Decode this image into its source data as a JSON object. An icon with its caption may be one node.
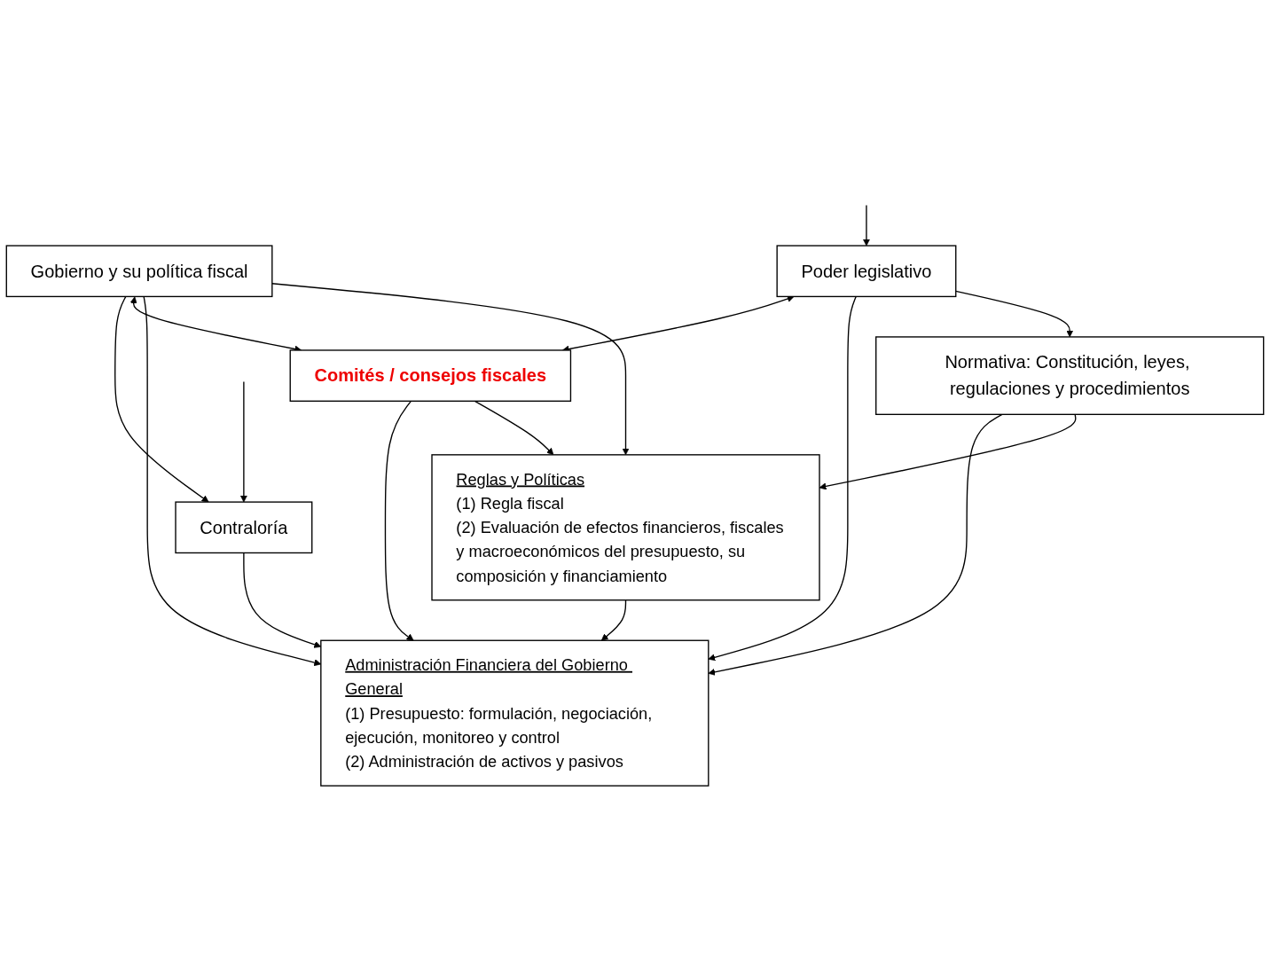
{
  "diagram": {
    "nodes": [
      {
        "text": [
          "Gobierno y su política fiscal"
        ]
      },
      {
        "text": [
          "Normativa: Constitución, leyes, regulaciones y procedimientos"
        ]
      },
      {
        "text": [
          "Poder legislativo"
        ]
      },
      {
        "text": [
          "Reglas y Políticas",
          "(1) Regla fiscal",
          "(2) Evaluación de efectos financieros, fiscales y macroeconómicos del presupuesto, su composición y financiamiento"
        ]
      },
      {
        "text": [
          "Administración Financiera del Gobierno General",
          "(1) Presupuesto: formulación, negociación, ejecución, monitoreo y control",
          "(2) Administración de activos y pasivos"
        ]
      },
      {
        "text": [
          "Comités / consejos fiscales"
        ]
      },
      {
        "text": [
          "Contraloría"
        ]
      }
    ],
    "edges": [
      {
        "from": 2,
        "to": 1,
        "arrow": "to"
      },
      {
        "from": 0,
        "to": 3,
        "arrow": "to"
      },
      {
        "from": 0,
        "to": 4,
        "arrow": "to"
      },
      {
        "from": 1,
        "to": 3,
        "arrow": "to"
      },
      {
        "from": 1,
        "to": 4,
        "arrow": "to"
      },
      {
        "from": 2,
        "to": 4,
        "arrow": "to"
      },
      {
        "from": 3,
        "to": 4,
        "arrow": "to"
      },
      {
        "from": 5,
        "to": 3,
        "arrow": "to"
      },
      {
        "from": 5,
        "to": 4,
        "arrow": "to"
      },
      {
        "from": 6,
        "to": 4,
        "arrow": "to"
      },
      {
        "from": 0,
        "to": 5,
        "arrow": "both"
      },
      {
        "from": 2,
        "to": 5,
        "arrow": "both"
      },
      {
        "from": 0,
        "to": 6,
        "arrow": "to"
      },
      {
        "from": null,
        "to": 2,
        "arrow": "to"
      },
      {
        "from": null,
        "to": 6,
        "arrow": "to"
      }
    ]
  }
}
